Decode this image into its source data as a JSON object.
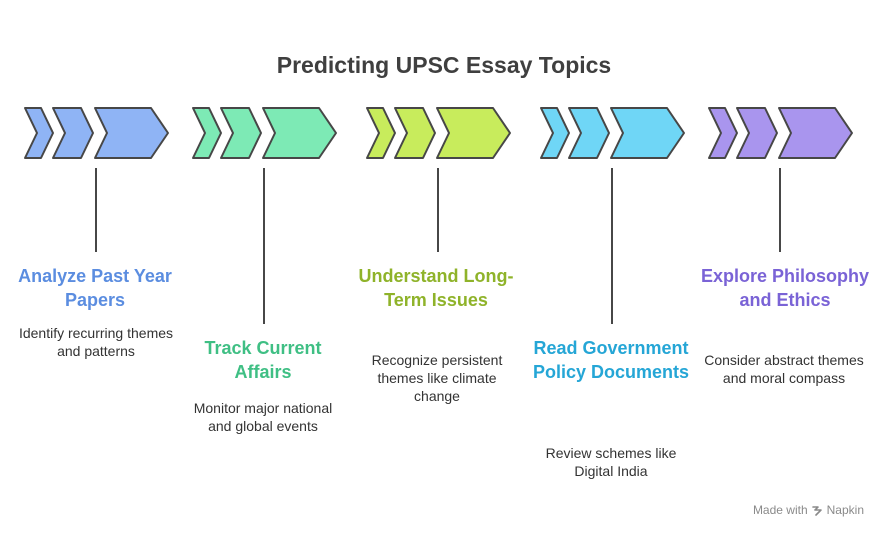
{
  "title": "Predicting UPSC Essay Topics",
  "steps": [
    {
      "heading": "Analyze Past Year Papers",
      "description": "Identify recurring themes and patterns",
      "color": "#5b8de0",
      "fill": "#8fb4f5"
    },
    {
      "heading": "Track Current Affairs",
      "description": "Monitor major national and global events",
      "color": "#3fbf84",
      "fill": "#7deab5"
    },
    {
      "heading": "Understand Long-Term Issues",
      "description": "Recognize persistent themes like climate change",
      "color": "#8fb32a",
      "fill": "#c8ec5c"
    },
    {
      "heading": "Read Government Policy Documents",
      "description": "Review schemes like Digital India",
      "color": "#25a6d6",
      "fill": "#6fd6f6"
    },
    {
      "heading": "Explore Philosophy and Ethics",
      "description": "Consider abstract themes and moral compass",
      "color": "#7a63d6",
      "fill": "#a995ee"
    }
  ],
  "footer": {
    "made_with": "Made with",
    "brand": "Napkin"
  }
}
